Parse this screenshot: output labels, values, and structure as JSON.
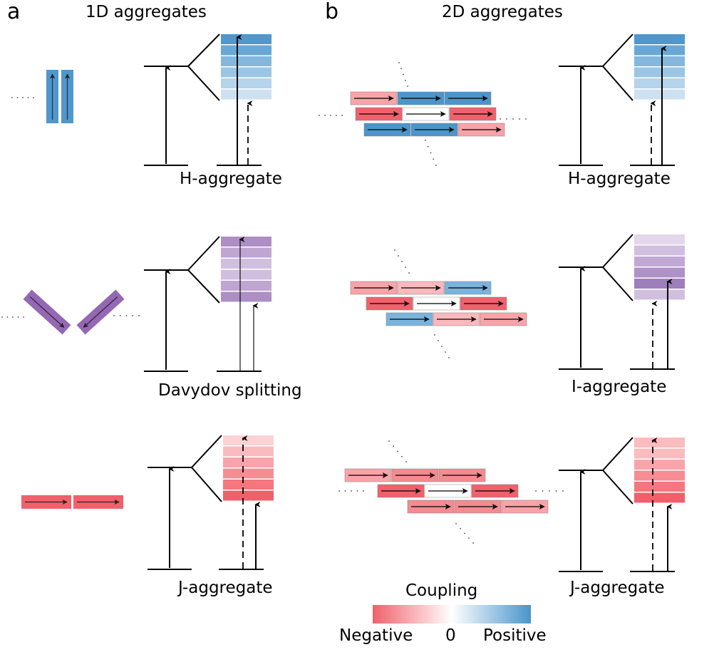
{
  "panel_a": {
    "letter": "a",
    "title": "1D aggregates",
    "rows": [
      {
        "label": "H-aggregate",
        "scheme": "blue",
        "monomers": {
          "arrangement": "side-by-side vertical",
          "count": 2,
          "direction": "up"
        },
        "band_colors": [
          "#4f97cc",
          "#68a7d6",
          "#84b7de",
          "#9cc5e4",
          "#b5d3eb",
          "#cde1f1"
        ],
        "transitions": [
          {
            "style": "solid",
            "target": "top"
          },
          {
            "style": "dashed",
            "target": "bottom"
          }
        ]
      },
      {
        "label": "Davydov splitting",
        "scheme": "purple",
        "monomers": {
          "arrangement": "V-shape oblique",
          "count": 2,
          "direction": "down"
        },
        "band_colors": [
          "#ad8fc6",
          "#bea5d2",
          "#d1bfe0",
          "#d1bfe0",
          "#bea5d2",
          "#ad8fc6"
        ],
        "transitions": [
          {
            "style": "thin",
            "target": "top"
          },
          {
            "style": "thin",
            "target": "bottom"
          }
        ]
      },
      {
        "label": "J-aggregate",
        "scheme": "red",
        "monomers": {
          "arrangement": "head-to-tail horizontal",
          "count": 2,
          "direction": "right"
        },
        "band_colors": [
          "#fbd2d5",
          "#fabbc0",
          "#f9a4aa",
          "#f78d94",
          "#f4767e",
          "#f1606a"
        ],
        "transitions": [
          {
            "style": "dashed",
            "target": "top"
          },
          {
            "style": "solid",
            "target": "bottom"
          }
        ]
      }
    ]
  },
  "panel_b": {
    "letter": "b",
    "title": "2D aggregates",
    "rows": [
      {
        "label": "H-aggregate",
        "lattice": [
          [
            "#f9a3a8",
            "#4a95cb",
            "#4a95cb"
          ],
          [
            "#f0616b",
            "#ffffff",
            "#f0616b"
          ],
          [
            "#4a95cb",
            "#4a95cb",
            "#f9a3a8"
          ]
        ],
        "band_colors": [
          "#4f97cc",
          "#68a7d6",
          "#84b7de",
          "#9cc5e4",
          "#b5d3eb",
          "#cde1f1"
        ],
        "transitions": [
          {
            "style": "dashed",
            "target": "bottom"
          },
          {
            "style": "solid",
            "target": "second"
          }
        ]
      },
      {
        "label": "I-aggregate",
        "lattice": [
          [
            "#f9a3a8",
            "#fbb9bd",
            "#7ab3dc"
          ],
          [
            "#f0616b",
            "#ffffff",
            "#f0616b"
          ],
          [
            "#7ab3dc",
            "#fbb9bd",
            "#f9a3a8"
          ]
        ],
        "band_colors": [
          "#e3d7eb",
          "#d1bfe0",
          "#c0a8d4",
          "#ae91c7",
          "#9f7ebd",
          "#d1bfe0"
        ],
        "transitions": [
          {
            "style": "dashed",
            "target": "bottom"
          },
          {
            "style": "solid",
            "target": "fifth"
          }
        ]
      },
      {
        "label": "J-aggregate",
        "lattice": [
          [
            "#f9a3a8",
            "#f58a91",
            "#f58a91"
          ],
          [
            "#f0616b",
            "#ffffff",
            "#f0616b"
          ],
          [
            "#f58a91",
            "#f58a91",
            "#f9a3a8"
          ]
        ],
        "band_colors": [
          "#fbbcc0",
          "#fbbcc0",
          "#f9a4aa",
          "#f78d94",
          "#f4767e",
          "#f1606a"
        ],
        "transitions": [
          {
            "style": "dashed",
            "target": "top"
          },
          {
            "style": "solid",
            "target": "bottom"
          }
        ]
      }
    ]
  },
  "legend": {
    "title": "Coupling",
    "min_label": "Negative",
    "mid_label": "0",
    "max_label": "Positive",
    "colors": {
      "negative": "#f0616b",
      "zero": "#ffffff",
      "positive": "#4a95cb"
    }
  }
}
